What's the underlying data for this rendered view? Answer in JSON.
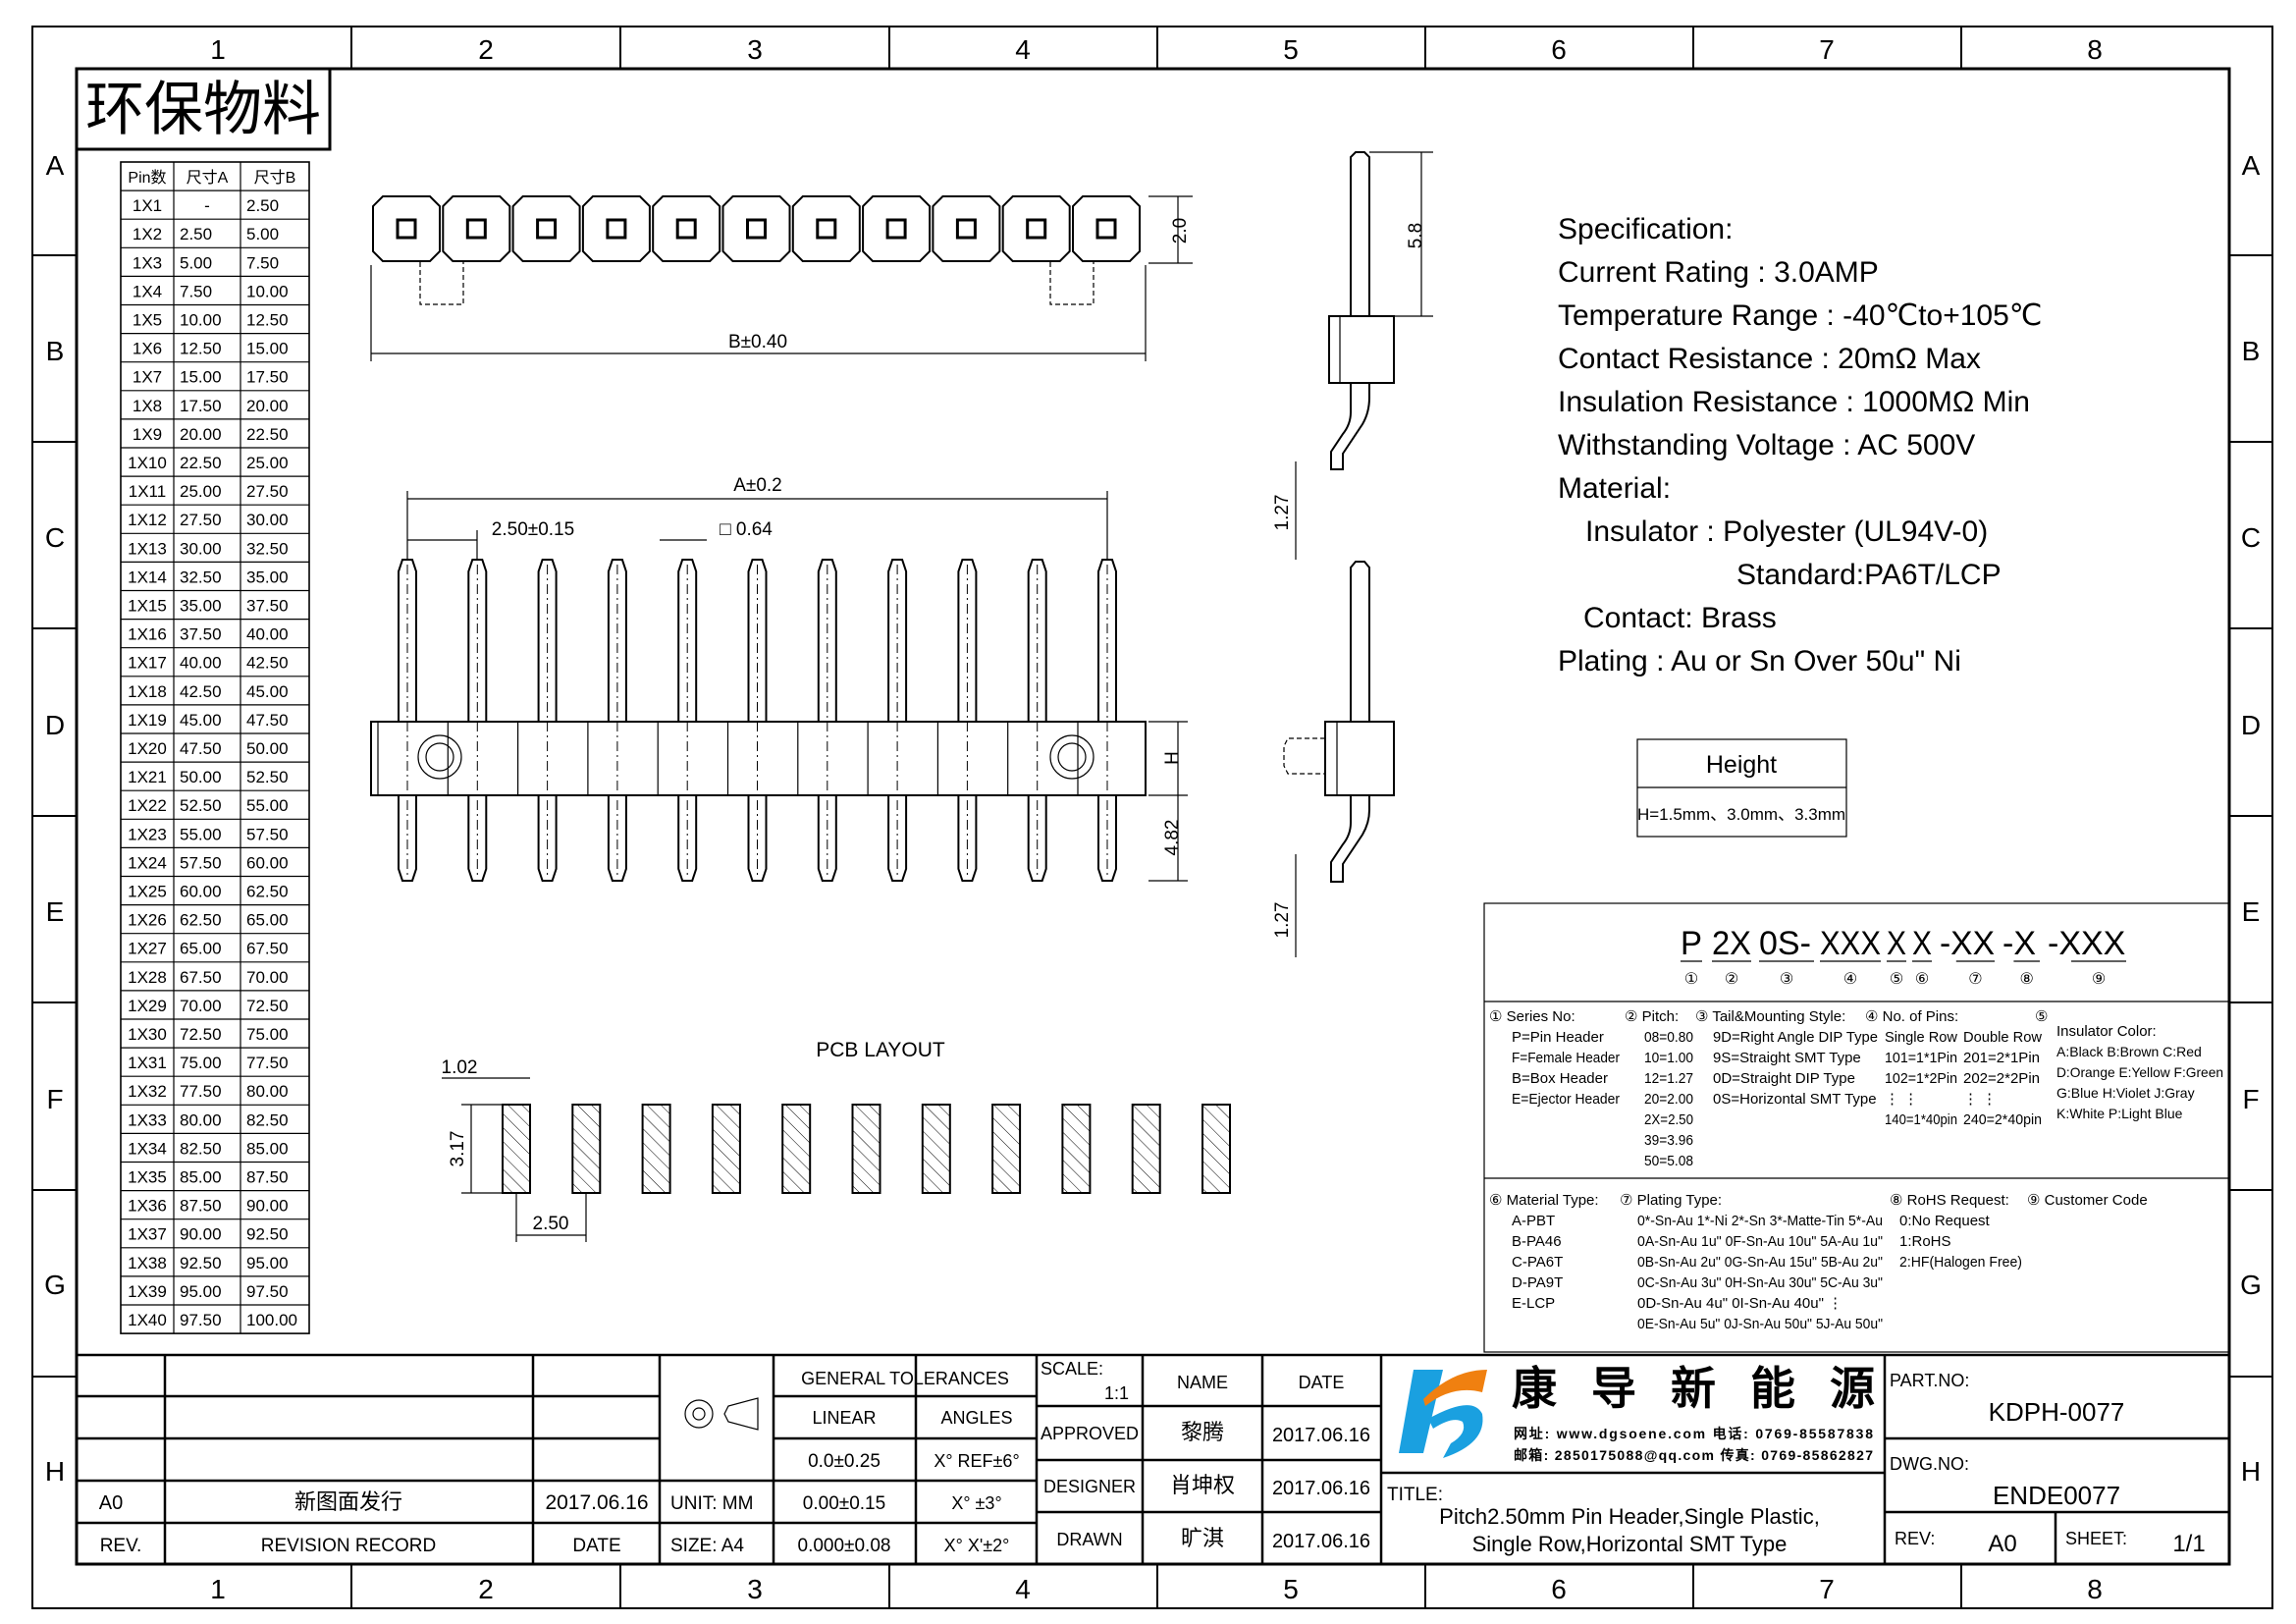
{
  "zone_columns": [
    "1",
    "2",
    "3",
    "4",
    "5",
    "6",
    "7",
    "8"
  ],
  "zone_rows": [
    "A",
    "B",
    "C",
    "D",
    "E",
    "F",
    "G",
    "H"
  ],
  "title_cn": "环保物料",
  "dim_table": {
    "headers": [
      "Pin数",
      "尺寸A",
      "尺寸B"
    ],
    "rows": [
      [
        "1X1",
        "-",
        "2.50"
      ],
      [
        "1X2",
        "2.50",
        "5.00"
      ],
      [
        "1X3",
        "5.00",
        "7.50"
      ],
      [
        "1X4",
        "7.50",
        "10.00"
      ],
      [
        "1X5",
        "10.00",
        "12.50"
      ],
      [
        "1X6",
        "12.50",
        "15.00"
      ],
      [
        "1X7",
        "15.00",
        "17.50"
      ],
      [
        "1X8",
        "17.50",
        "20.00"
      ],
      [
        "1X9",
        "20.00",
        "22.50"
      ],
      [
        "1X10",
        "22.50",
        "25.00"
      ],
      [
        "1X11",
        "25.00",
        "27.50"
      ],
      [
        "1X12",
        "27.50",
        "30.00"
      ],
      [
        "1X13",
        "30.00",
        "32.50"
      ],
      [
        "1X14",
        "32.50",
        "35.00"
      ],
      [
        "1X15",
        "35.00",
        "37.50"
      ],
      [
        "1X16",
        "37.50",
        "40.00"
      ],
      [
        "1X17",
        "40.00",
        "42.50"
      ],
      [
        "1X18",
        "42.50",
        "45.00"
      ],
      [
        "1X19",
        "45.00",
        "47.50"
      ],
      [
        "1X20",
        "47.50",
        "50.00"
      ],
      [
        "1X21",
        "50.00",
        "52.50"
      ],
      [
        "1X22",
        "52.50",
        "55.00"
      ],
      [
        "1X23",
        "55.00",
        "57.50"
      ],
      [
        "1X24",
        "57.50",
        "60.00"
      ],
      [
        "1X25",
        "60.00",
        "62.50"
      ],
      [
        "1X26",
        "62.50",
        "65.00"
      ],
      [
        "1X27",
        "65.00",
        "67.50"
      ],
      [
        "1X28",
        "67.50",
        "70.00"
      ],
      [
        "1X29",
        "70.00",
        "72.50"
      ],
      [
        "1X30",
        "72.50",
        "75.00"
      ],
      [
        "1X31",
        "75.00",
        "77.50"
      ],
      [
        "1X32",
        "77.50",
        "80.00"
      ],
      [
        "1X33",
        "80.00",
        "82.50"
      ],
      [
        "1X34",
        "82.50",
        "85.00"
      ],
      [
        "1X35",
        "85.00",
        "87.50"
      ],
      [
        "1X36",
        "87.50",
        "90.00"
      ],
      [
        "1X37",
        "90.00",
        "92.50"
      ],
      [
        "1X38",
        "92.50",
        "95.00"
      ],
      [
        "1X39",
        "95.00",
        "97.50"
      ],
      [
        "1X40",
        "97.50",
        "100.00"
      ]
    ]
  },
  "views": {
    "dim_b": "B±0.40",
    "dim_top_height": "2.0",
    "dim_pin_length": "5.8",
    "dim_offset_1": "1.27",
    "dim_a": "A±0.2",
    "dim_pitch": "2.50±0.15",
    "dim_pin_square": "□ 0.64",
    "dim_h": "H",
    "dim_tail": "4.82",
    "dim_offset_2": "1.27"
  },
  "pcb": {
    "title": "PCB LAYOUT",
    "pad_width": "1.02",
    "pad_length": "3.17",
    "pad_pitch": "2.50"
  },
  "spec": {
    "lines": [
      "Specification:",
      "Current Rating : 3.0AMP",
      "Temperature Range : -40℃to+105℃",
      "Contact Resistance : 20mΩ Max",
      "Insulation Resistance : 1000MΩ Min",
      "Withstanding Voltage : AC 500V",
      "Material:",
      "Insulator : Polyester (UL94V-0)",
      "Standard:PA6T/LCP",
      "Contact: Brass",
      "Plating : Au or Sn Over 50u\" Ni"
    ]
  },
  "height_box": {
    "title": "Height",
    "value": "H=1.5mm、3.0mm、3.3mm"
  },
  "ordering": {
    "code_parts": [
      "P",
      "2X",
      "0S-",
      "XXX",
      "X",
      "X",
      "-XX",
      "-X",
      "-XXX"
    ],
    "code_markers": [
      "①",
      "②",
      "③",
      "④",
      "⑤",
      "⑥",
      "⑦",
      "⑧",
      "⑨"
    ],
    "series": {
      "title": "① Series No:",
      "lines": [
        "P=Pin Header",
        "F=Female Header",
        "B=Box Header",
        "E=Ejector Header"
      ]
    },
    "pitch": {
      "title": "② Pitch:",
      "lines": [
        "08=0.80",
        "10=1.00",
        "12=1.27",
        "20=2.00",
        "2X=2.50",
        "39=3.96",
        "50=5.08"
      ]
    },
    "tail": {
      "title": "③ Tail&Mounting Style:",
      "lines": [
        "9D=Right Angle DIP Type",
        "9S=Straight SMT Type",
        "0D=Straight DIP Type",
        "0S=Horizontal SMT Type"
      ]
    },
    "pins": {
      "title": "④ No. of Pins:",
      "single": [
        "Single Row",
        "101=1*1Pin",
        "102=1*2Pin",
        "⋮  ⋮",
        "140=1*40pin"
      ],
      "double": [
        "Double Row",
        "201=2*1Pin",
        "202=2*2Pin",
        "⋮  ⋮",
        "240=2*40pin"
      ]
    },
    "color": {
      "marker": "⑤",
      "title": "Insulator Color:",
      "lines": [
        "A:Black  B:Brown  C:Red",
        "D:Orange E:Yellow F:Green",
        "G:Blue   H:Violet J:Gray",
        "K:White  P:Light Blue"
      ]
    },
    "material": {
      "title": "⑥ Material Type:",
      "lines": [
        "A-PBT",
        "B-PA46",
        "C-PA6T",
        "D-PA9T",
        "E-LCP"
      ]
    },
    "plating": {
      "title": "⑦ Plating Type:",
      "lines": [
        "0*-Sn-Au 1*-Ni 2*-Sn 3*-Matte-Tin 5*-Au",
        "0A-Sn-Au 1u\" 0F-Sn-Au 10u\"  5A-Au 1u\"",
        "0B-Sn-Au 2u\" 0G-Sn-Au 15u\"  5B-Au 2u\"",
        "0C-Sn-Au 3u\" 0H-Sn-Au 30u\"  5C-Au 3u\"",
        "0D-Sn-Au 4u\" 0I-Sn-Au 40u\"     ⋮",
        "0E-Sn-Au 5u\" 0J-Sn-Au 50u\"  5J-Au 50u\""
      ]
    },
    "rohs": {
      "title": "⑧ RoHS Request:",
      "lines": [
        "0:No Request",
        "1:RoHS",
        "2:HF(Halogen Free)"
      ]
    },
    "customer": {
      "title": "⑨ Customer Code"
    }
  },
  "title_block": {
    "revision": {
      "rev": "A0",
      "record": "新图面发行",
      "date": "2017.06.16",
      "rev_label": "REV.",
      "record_label": "REVISION RECORD",
      "date_label": "DATE"
    },
    "unit": "UNIT: MM",
    "size": "SIZE: A4",
    "tolerances": {
      "title": "GENERAL TOLERANCES",
      "linear_label": "LINEAR",
      "angles_label": "ANGLES",
      "rows": [
        [
          "0.0±0.25",
          "X° REF±6°"
        ],
        [
          "0.00±0.15",
          "X° ±3°"
        ],
        [
          "0.000±0.08",
          "X° X'±2°"
        ]
      ]
    },
    "scale_label": "SCALE:",
    "scale": "1:1",
    "name_label": "NAME",
    "date_label": "DATE",
    "signoffs": [
      {
        "role": "APPROVED",
        "name": "黎腾",
        "date": "2017.06.16"
      },
      {
        "role": "DESIGNER",
        "name": "肖坤权",
        "date": "2017.06.16"
      },
      {
        "role": "DRAWN",
        "name": "旷淇",
        "date": "2017.06.16"
      }
    ],
    "company": {
      "name": "康 导 新 能 源",
      "contact_line_1": "网址: www.dgsoene.com  电话: 0769-85587838",
      "contact_line_2": "邮箱: 2850175088@qq.com 传真: 0769-85862827",
      "logo_color_blue": "#1aa0e0",
      "logo_color_orange": "#f08010"
    },
    "title_label": "TITLE:",
    "title_line_1": "Pitch2.50mm Pin Header,Single Plastic,",
    "title_line_2": "Single Row,Horizontal SMT Type",
    "part_no_label": "PART.NO:",
    "part_no": "KDPH-0077",
    "dwg_no_label": "DWG.NO:",
    "dwg_no": "ENDE0077",
    "rev_label": "REV:",
    "rev": "A0",
    "sheet_label": "SHEET:",
    "sheet": "1/1"
  }
}
